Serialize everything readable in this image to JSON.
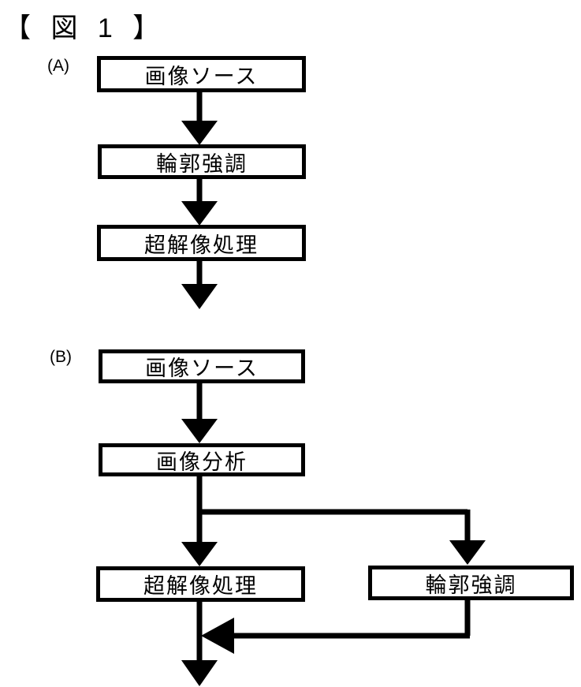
{
  "figure": {
    "title": "【 図 1 】",
    "sections": [
      {
        "label": "(A)",
        "boxes": [
          "画像ソース",
          "輪郭強調",
          "超解像処理"
        ]
      },
      {
        "label": "(B)",
        "boxes": [
          "画像ソース",
          "画像分析",
          "超解像処理",
          "輪郭強調"
        ]
      }
    ],
    "colors": {
      "foreground": "#000000",
      "background": "#ffffff"
    }
  }
}
